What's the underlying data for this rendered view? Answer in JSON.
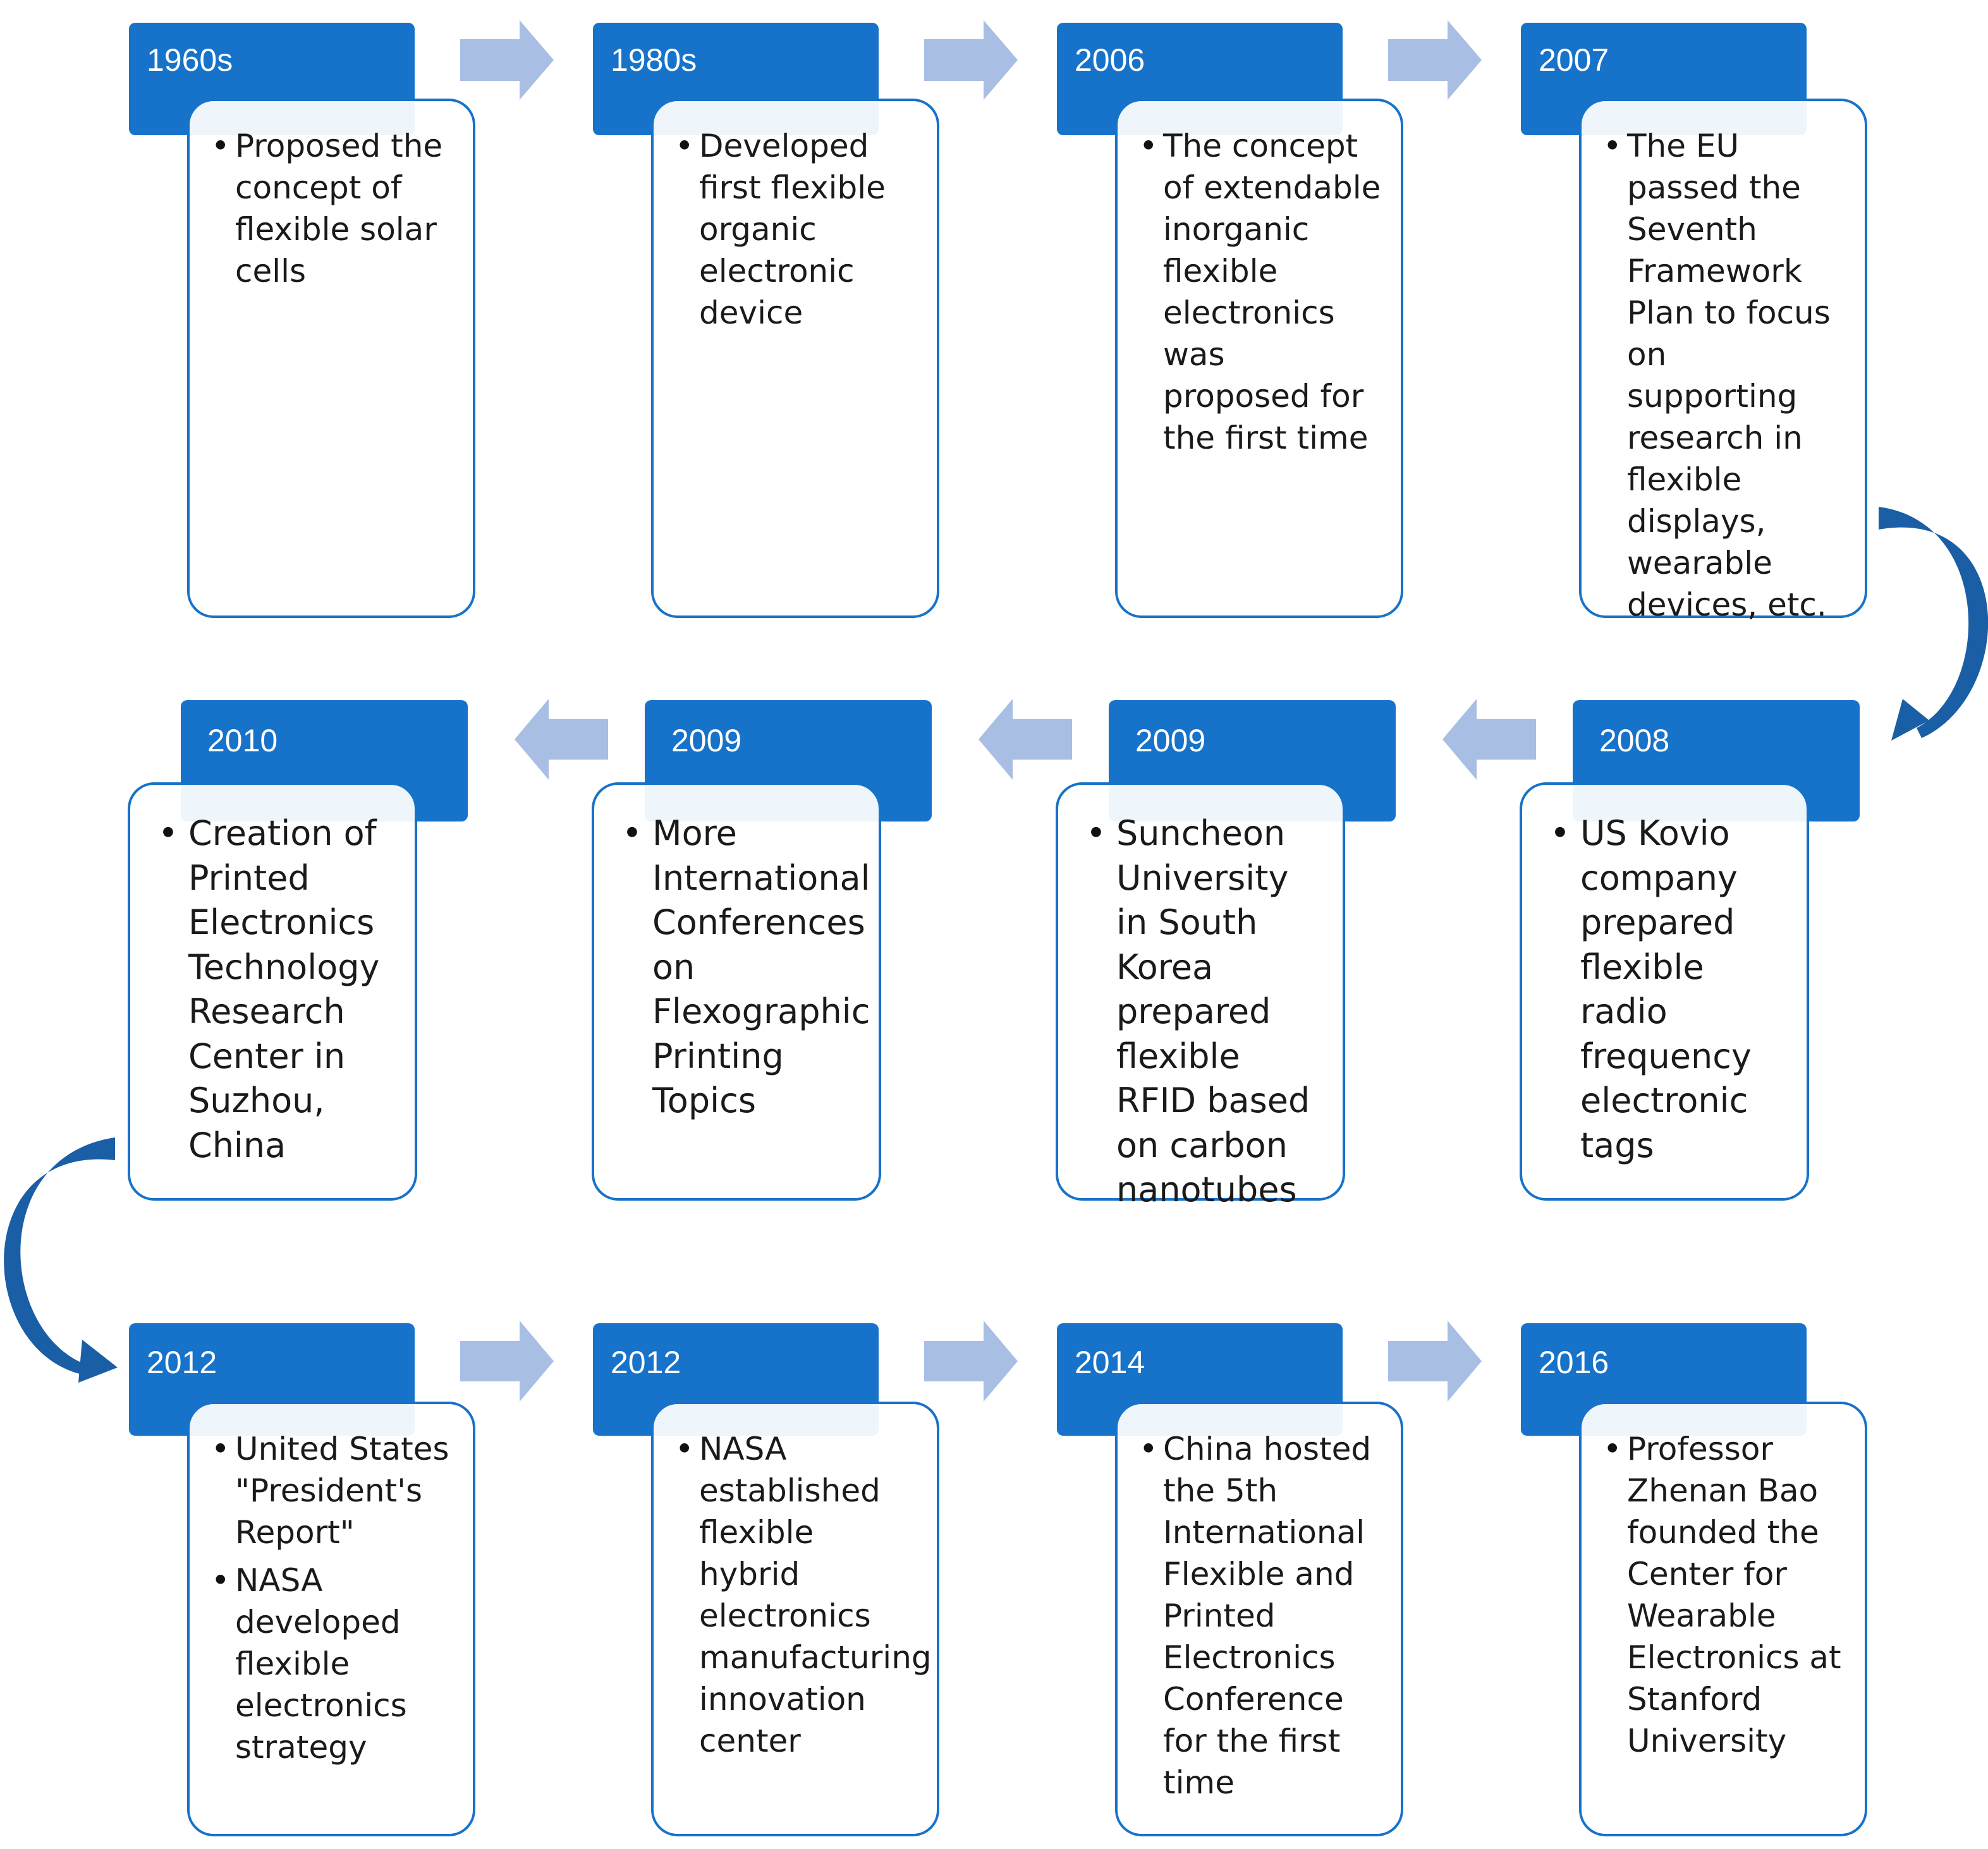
{
  "colors": {
    "tab_fill": "#1772C9",
    "card_border": "#1772C9",
    "flow_arrow": "#A8BEE3",
    "turn_arrow": "#1A5FA6"
  },
  "rows": [
    {
      "direction": "left-to-right",
      "events": [
        {
          "year": "1960s",
          "items": [
            "Proposed the concept of flexible solar cells"
          ]
        },
        {
          "year": "1980s",
          "items": [
            "Developed first flexible organic electronic device"
          ]
        },
        {
          "year": "2006",
          "items": [
            "The concept of extendable inorganic flexible electronics was proposed for the first time"
          ]
        },
        {
          "year": "2007",
          "items": [
            "The EU passed the Seventh Framework Plan to focus on supporting research in flexible displays, wearable devices, etc."
          ]
        }
      ]
    },
    {
      "direction": "right-to-left",
      "events": [
        {
          "year": "2010",
          "items": [
            "Creation of Printed Electronics Technology Research Center in Suzhou, China"
          ]
        },
        {
          "year": "2009",
          "items": [
            "More International Conferences on Flexographic Printing Topics"
          ]
        },
        {
          "year": "2009",
          "items": [
            "Suncheon University in South Korea prepared flexible RFID based on carbon nanotubes"
          ]
        },
        {
          "year": "2008",
          "items": [
            "US Kovio company prepared flexible radio frequency electronic tags"
          ]
        }
      ]
    },
    {
      "direction": "left-to-right",
      "events": [
        {
          "year": "2012",
          "items": [
            "United States \"President's Report\"",
            "NASA developed flexible electronics strategy"
          ]
        },
        {
          "year": "2012",
          "items": [
            "NASA established flexible hybrid electronics manufacturing innovation center"
          ]
        },
        {
          "year": "2014",
          "items": [
            "China hosted the 5th International Flexible and Printed Electronics Conference for the first time"
          ]
        },
        {
          "year": "2016",
          "items": [
            "Professor Zhenan Bao founded the Center for Wearable Electronics at Stanford University"
          ]
        }
      ]
    }
  ]
}
